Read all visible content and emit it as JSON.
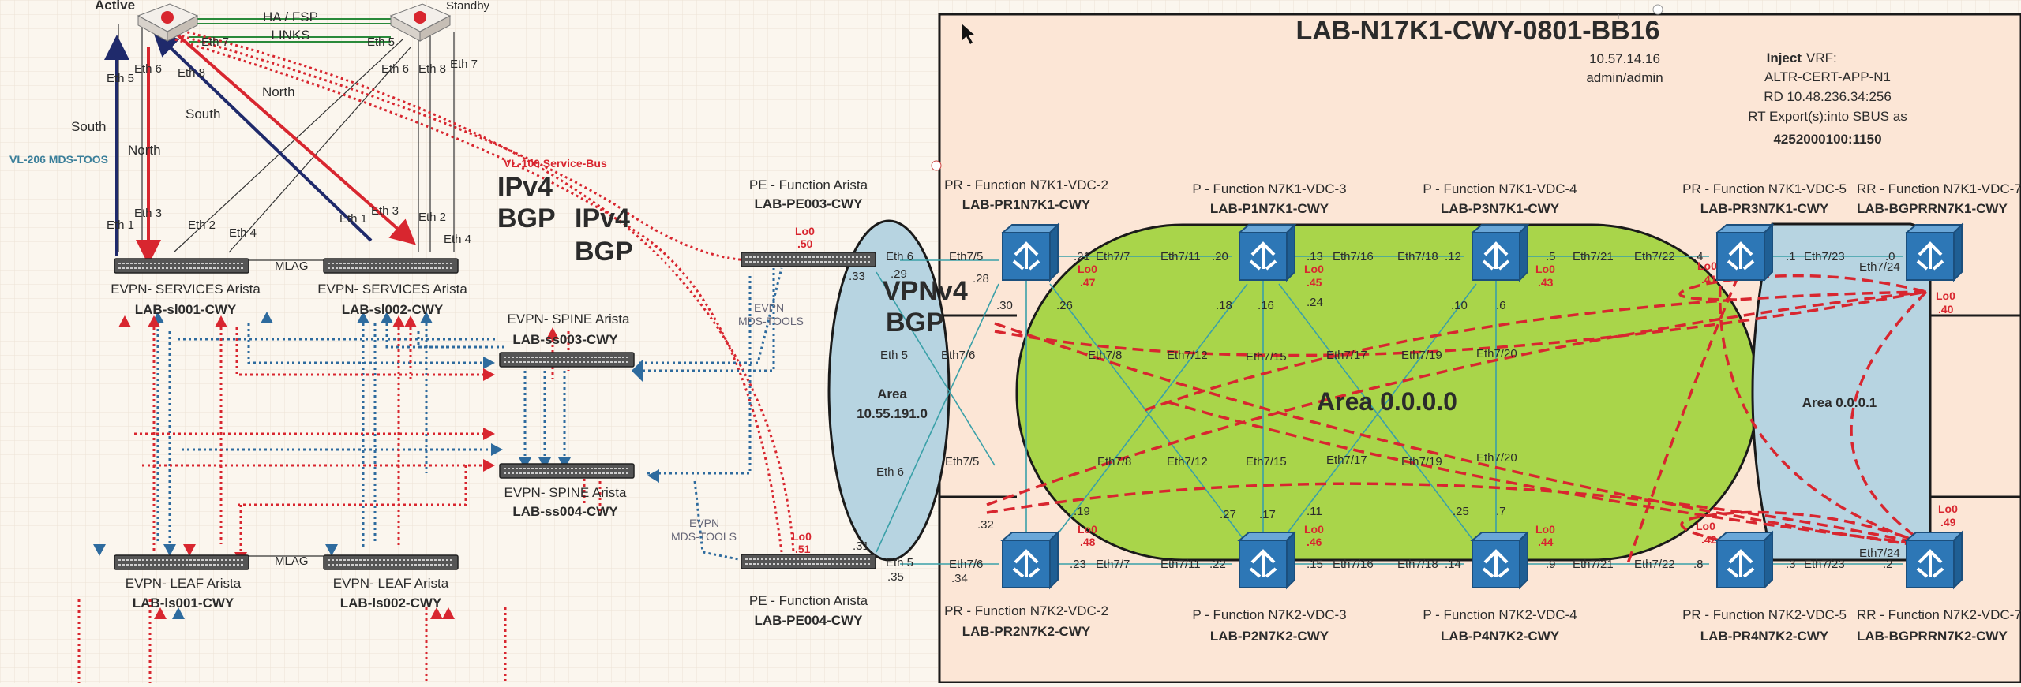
{
  "firewalls": {
    "active_label": "Active",
    "standby_label": "Standby",
    "ha_links_line1": "HA / FSP",
    "ha_links_line2": "LINKS",
    "ports": {
      "fw1_eth6": "Eth 6",
      "fw1_eth5": "Eth 5",
      "fw1_eth7": "Eth 7",
      "fw1_eth8": "Eth 8",
      "fw2_eth5": "Eth 5",
      "fw2_eth6": "Eth 6",
      "fw2_eth8": "Eth 8",
      "fw2_eth7": "Eth 7"
    }
  },
  "flows": {
    "south1": "South",
    "north1": "North",
    "south2": "South",
    "north2": "North"
  },
  "vlans": {
    "vl206": "VL-206 MDS-TOOS",
    "vl100": "VL-100 Service-Bus"
  },
  "bgp": {
    "ipv4_a": "IPv4",
    "bgp_a": "BGP",
    "ipv4_b": "IPv4",
    "bgp_b": "BGP",
    "vpnv4": "VPNv4",
    "bgp_c": "BGP"
  },
  "services": {
    "sl001_port1": "Eth 1",
    "sl001_port3": "Eth 3",
    "sl001_port2": "Eth 2",
    "sl001_port4": "Eth 4",
    "sl002_port1": "Eth 1",
    "sl002_port3": "Eth 3",
    "sl002_port2": "Eth 2",
    "sl002_port4": "Eth 4",
    "mlag": "MLAG",
    "sl001_role": "EVPN- SERVICES Arista",
    "sl001_name": "LAB-sl001-CWY",
    "sl002_role": "EVPN- SERVICES Arista",
    "sl002_name": "LAB-sl002-CWY"
  },
  "spines": {
    "ss003_role": "EVPN- SPINE Arista",
    "ss003_name": "LAB-ss003-CWY",
    "ss004_role": "EVPN- SPINE Arista",
    "ss004_name": "LAB-ss004-CWY"
  },
  "leaves": {
    "mlag": "MLAG",
    "ls001_role": "EVPN- LEAF Arista",
    "ls001_name": "LAB-ls001-CWY",
    "ls002_role": "EVPN- LEAF Arista",
    "ls002_name": "LAB-ls002-CWY"
  },
  "pe": {
    "pe003_role": "PE - Function Arista",
    "pe003_name": "LAB-PE003-CWY",
    "pe004_role": "PE - Function Arista",
    "pe004_name": "LAB-PE004-CWY",
    "pe003_lo": "Lo0",
    "pe003_lo_ip": ".50",
    "pe004_lo": "Lo0",
    "pe004_lo_ip": ".51",
    "mds1_a": "EVPN",
    "mds1_b": "MDS-TOOLS",
    "mds2_a": "EVPN",
    "mds2_b": "MDS-TOOLS",
    "pe003_eth6": "Eth 6",
    "pe003_29": ".29",
    "pe003_33": ".33",
    "pe004_eth5": "Eth 5",
    "pe004_35": ".35",
    "pe004_31": ".31",
    "area_line1": "Area",
    "area_line2": "10.55.191.0",
    "eth5": "Eth 5",
    "eth6": "Eth 6"
  },
  "n7k_box": {
    "title": "LAB-N17K1-CWY-0801-BB16",
    "mgmt_ip": "10.57.14.16",
    "creds": "admin/admin",
    "inject_bold": "Inject",
    "inject_rest": "VRF:",
    "vrf_name": "ALTR-CERT-APP-N1",
    "rd": "RD 10.48.236.34:256",
    "rt": "RT Export(s):into SBUS as",
    "rt_value": "4252000100:1150"
  },
  "areas": {
    "area0": "Area 0.0.0.0",
    "area1": "Area 0.0.0.1"
  },
  "routers": {
    "pr1_role": "PR - Function N7K1-VDC-2",
    "pr1_name": "LAB-PR1N7K1-CWY",
    "p1_role": "P - Function N7K1-VDC-3",
    "p1_name": "LAB-P1N7K1-CWY",
    "p3_role": "P - Function N7K1-VDC-4",
    "p3_name": "LAB-P3N7K1-CWY",
    "pr3_role": "PR - Function N7K1-VDC-5",
    "pr3_name": "LAB-PR3N7K1-CWY",
    "rr1_role": "RR - Function N7K1-VDC-7",
    "rr1_name": "LAB-BGPRRN7K1-CWY",
    "pr2_role": "PR - Function N7K2-VDC-2",
    "pr2_name": "LAB-PR2N7K2-CWY",
    "p2_role": "P - Function N7K2-VDC-3",
    "p2_name": "LAB-P2N7K2-CWY",
    "p4_role": "P - Function N7K2-VDC-4",
    "p4_name": "LAB-P4N7K2-CWY",
    "pr4_role": "PR - Function N7K2-VDC-5",
    "pr4_name": "LAB-PR4N7K2-CWY",
    "rr2_role": "RR - Function N7K2-VDC-7",
    "rr2_name": "LAB-BGPRRN7K2-CWY"
  },
  "loopbacks": {
    "pr1_lo": "Lo0",
    "pr1_ip": ".47",
    "p1_lo": "Lo0",
    "p1_ip": ".45",
    "p3_lo": "Lo0",
    "p3_ip": ".43",
    "pr3_lo": "Lo0",
    "pr3_ip": ".41",
    "rr1_lo": "Lo0",
    "rr1_ip": ".40",
    "pr2_lo": "Lo0",
    "pr2_ip": ".48",
    "p2_lo": "Lo0",
    "p2_ip": ".46",
    "p4_lo": "Lo0",
    "p4_ip": ".44",
    "pr4_lo": "Lo0",
    "pr4_ip": ".42",
    "rr2_lo": "Lo0",
    "rr2_ip": ".49"
  },
  "top_links": {
    "a1": "Eth7/5",
    "a2": ".28",
    "b1": ".21",
    "b2": "Eth7/7",
    "b3": "Eth7/11",
    "b4": ".20",
    "c1": ".13",
    "c2": "Eth7/16",
    "c3": "Eth7/18",
    "c4": ".12",
    "d1": ".5",
    "d2": "Eth7/21",
    "d3": "Eth7/22",
    "d4": ".4",
    "e1": ".1",
    "e2": "Eth7/23",
    "e3": ".0",
    "e4": "Eth7/24"
  },
  "bottom_links": {
    "a1": "Eth7/6",
    "a2": ".34",
    "a3": ".32",
    "b1": ".23",
    "b2": "Eth7/7",
    "b3": "Eth7/11",
    "b4": ".22",
    "c1": ".15",
    "c2": "Eth7/16",
    "c3": "Eth7/18",
    "c4": ".14",
    "d1": ".9",
    "d2": "Eth7/21",
    "d3": "Eth7/22",
    "d4": ".8",
    "e1": ".3",
    "e2": "Eth7/23",
    "e3": ".2",
    "e4": "Eth7/24"
  },
  "mid_labels": {
    "pr1_down": ".30",
    "p1_l": ".26",
    "p1_r": ".18",
    "p1_d": ".16",
    "p3_l": ".24",
    "p3_r": ".10",
    "p3_d": ".6",
    "up1": "Eth7/8",
    "up2": "Eth7/12",
    "up3": "Eth7/15",
    "up4": "Eth7/17",
    "up5": "Eth7/19",
    "up6": "Eth7/20",
    "up7": "Eth7/6",
    "lo1": "Eth7/8",
    "lo2": "Eth7/12",
    "lo3": "Eth7/15",
    "lo4": "Eth7/17",
    "lo5": "Eth7/19",
    "lo6": "Eth7/20",
    "lo7": "Eth7/5",
    "q1": ".19",
    "q2": ".27",
    "q3": ".17",
    "q4": ".11",
    "q5": ".25",
    "q6": ".7"
  },
  "colors": {
    "red": "#d8262f",
    "navy": "#1f2a6b",
    "blue": "#2e6b9e",
    "green": "#a9d54a",
    "area_blue": "#b7d4e1",
    "box": "#fce6d6"
  }
}
